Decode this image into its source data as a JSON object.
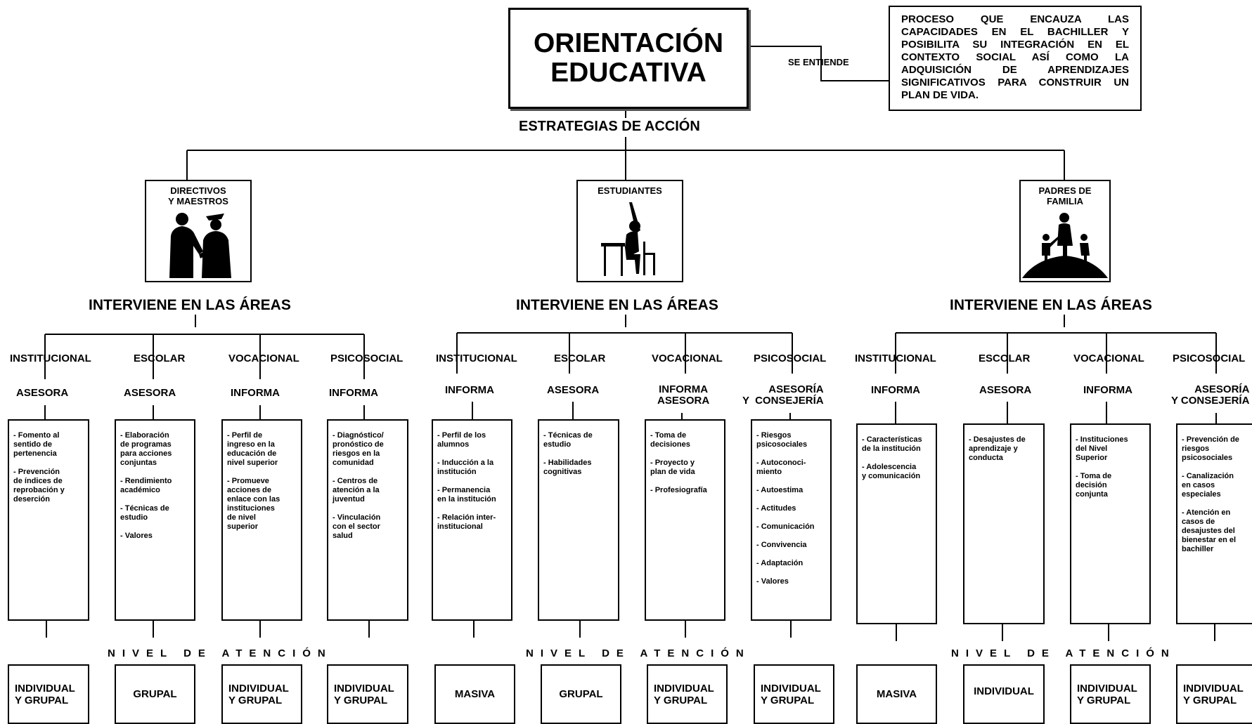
{
  "title": "ORIENTACIÓN\nEDUCATIVA",
  "se_entiende": "SE ENTIENDE",
  "definition": "PROCESO QUE ENCAUZA LAS CAPACIDADES EN EL BACHILLER Y POSIBILITA SU INTEGRACIÓN EN EL CONTEXTO SOCIAL ASÍ COMO LA ADQUISICIÓN DE APRENDIZAJES SIGNIFICATIVOS PARA CONSTRUIR UN PLAN DE VIDA.",
  "estrategias": "ESTRATEGIAS DE ACCIÓN",
  "nivel": "NIVEL DE ATENCIÓN",
  "groups": [
    {
      "label": "DIRECTIVOS\nY MAESTROS",
      "icon": "handshake-icon",
      "intervene": "INTERVIENE EN LAS ÁREAS",
      "areas": [
        {
          "name": "INSTITUCIONAL",
          "action": "ASESORA",
          "items": [
            "- Fomento al\nsentido de\npertenencia",
            "- Prevención\nde índices de\nreprobación y\ndeserción"
          ],
          "level": "INDIVIDUAL\nY GRUPAL"
        },
        {
          "name": "ESCOLAR",
          "action": "ASESORA",
          "items": [
            "- Elaboración\nde programas\npara acciones\nconjuntas",
            "- Rendimiento\nacadémico",
            "- Técnicas de\nestudio",
            "- Valores"
          ],
          "level": "GRUPAL"
        },
        {
          "name": "VOCACIONAL",
          "action": "INFORMA",
          "items": [
            "- Perfil de\ningreso en la\neducación de\nnivel superior",
            "- Promueve\nacciones de\nenlace con las\ninstituciones\nde nivel\nsuperior"
          ],
          "level": "INDIVIDUAL\nY GRUPAL"
        },
        {
          "name": "PSICOSOCIAL",
          "action": "INFORMA",
          "items": [
            "- Diagnóstico/\npronóstico de\nriesgos en la\ncomunidad",
            "- Centros de\natención a la\njuventud",
            "- Vinculación\ncon el sector\nsalud"
          ],
          "level": "INDIVIDUAL\nY GRUPAL"
        }
      ]
    },
    {
      "label": "ESTUDIANTES",
      "icon": "student-icon",
      "intervene": "INTERVIENE EN LAS ÁREAS",
      "areas": [
        {
          "name": "INSTITUCIONAL",
          "action": "INFORMA",
          "items": [
            "- Perfil de los\nalumnos",
            "- Inducción a la\ninstitución",
            "- Permanencia\nen la institución",
            "- Relación inter-\ninstitucional"
          ],
          "level": "MASIVA"
        },
        {
          "name": "ESCOLAR",
          "action": "ASESORA",
          "items": [
            "- Técnicas de\nestudio",
            "- Habilidades\ncognitivas"
          ],
          "level": "GRUPAL"
        },
        {
          "name": "VOCACIONAL",
          "action": "INFORMA\nASESORA",
          "items": [
            "- Toma de\ndecisiones",
            "- Proyecto y\nplan de vida",
            "- Profesiografía"
          ],
          "level": "INDIVIDUAL\nY GRUPAL"
        },
        {
          "name": "PSICOSOCIAL",
          "action": "ASESORÍA\nY  CONSEJERÍA",
          "items": [
            "- Riesgos\npsicosociales",
            "- Autoconoci-\nmiento",
            "- Autoestima",
            "- Actitudes",
            "- Comunicación",
            "- Convivencia",
            "- Adaptación",
            "- Valores"
          ],
          "level": "INDIVIDUAL\nY GRUPAL"
        }
      ]
    },
    {
      "label": "PADRES DE\nFAMILIA",
      "icon": "family-icon",
      "intervene": "INTERVIENE EN LAS ÁREAS",
      "areas": [
        {
          "name": "INSTITUCIONAL",
          "action": "INFORMA",
          "items": [
            "- Características\nde la institución",
            "- Adolescencia\ny comunicación"
          ],
          "level": "MASIVA"
        },
        {
          "name": "ESCOLAR",
          "action": "ASESORA",
          "items": [
            "- Desajustes de\naprendizaje y\nconducta"
          ],
          "level": "INDIVIDUAL"
        },
        {
          "name": "VOCACIONAL",
          "action": "INFORMA",
          "items": [
            "- Instituciones\ndel Nivel\nSuperior",
            "- Toma de\ndecisión\nconjunta"
          ],
          "level": "INDIVIDUAL\nY GRUPAL"
        },
        {
          "name": "PSICOSOCIAL",
          "action": "ASESORÍA\nY CONSEJERÍA",
          "items": [
            "- Prevención de\nriesgos\npsicosociales",
            "- Canalización\nen casos\nespeciales",
            "- Atención en\ncasos de\ndesajustes del\nbienestar en el\nbachiller"
          ],
          "level": "INDIVIDUAL\nY GRUPAL"
        }
      ]
    }
  ]
}
